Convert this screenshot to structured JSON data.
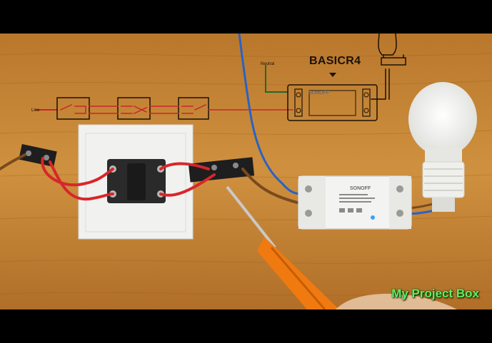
{
  "overlay": {
    "model": "BASICR4",
    "neutral": "Neutral",
    "line": "Line",
    "watermark": "My Project Box",
    "device_brand": "SONOFF",
    "schematic_brand": "SONOFF"
  },
  "colors": {
    "wood": "#c98a3a",
    "wire_red": "#d8262a",
    "wire_blue": "#2a62c4",
    "wire_brown": "#7a4a1e",
    "switch_plate": "#f1f1ef",
    "screwdriver": "#f07a10",
    "watermark": "#5ef05e",
    "schematic_line": "#c8262a",
    "schematic_green": "#1f6b2a"
  },
  "icons": {
    "bulb": "light-bulb-icon",
    "arrow": "down-triangle-icon"
  }
}
